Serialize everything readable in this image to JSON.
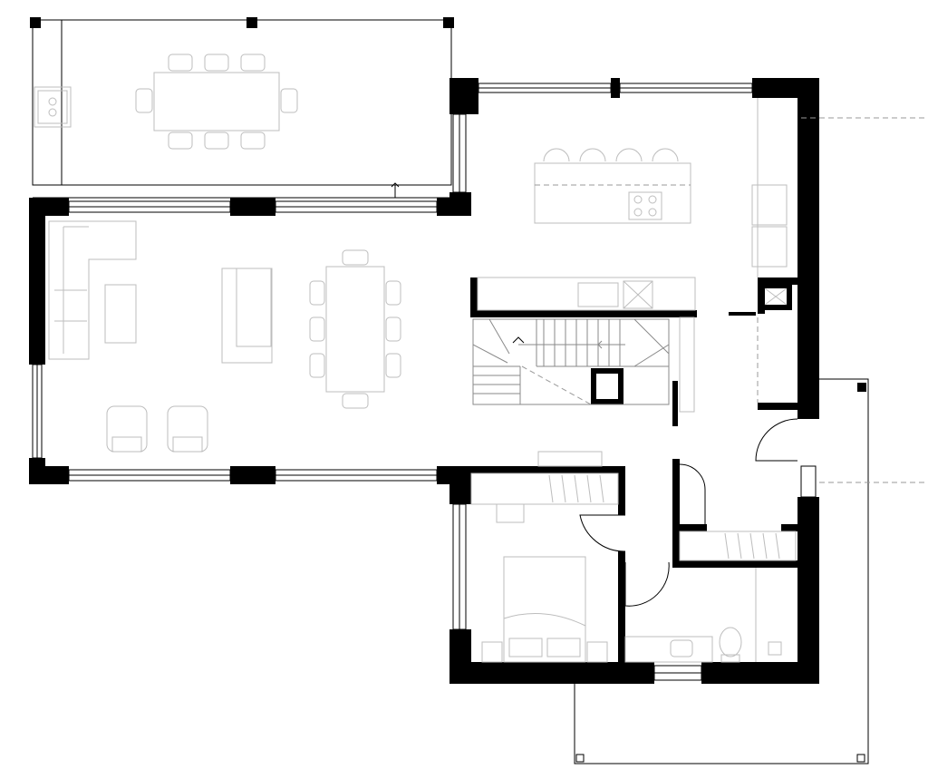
{
  "drawing": {
    "type": "floor-plan",
    "colors": {
      "wall": "#000000",
      "outline": "#000000",
      "furniture": "#bdbdbd",
      "background": "#ffffff",
      "hidden_line": "#9a9a9a"
    },
    "elements": [
      "terrace-outline",
      "outdoor-dining-table",
      "grill",
      "living-room",
      "sofa",
      "coffee-table",
      "tv-unit",
      "dining-table",
      "armchair",
      "kitchen",
      "kitchen-island",
      "cooktop",
      "fridge",
      "sink",
      "staircase",
      "bedroom",
      "bed",
      "desk",
      "wardrobe",
      "bathroom",
      "toilet",
      "washbasin",
      "entrance-porch"
    ]
  }
}
